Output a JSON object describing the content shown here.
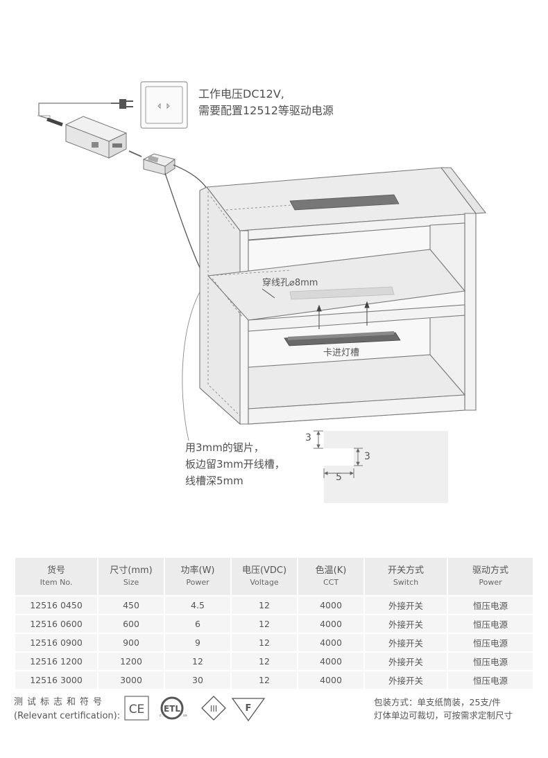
{
  "diagram": {
    "voltage_note": {
      "line1": "工作电压DC12V,",
      "line2": "需要配置12512等驱动电源"
    },
    "wire_hole_label": "穿线孔⌀8mm",
    "clip_in_label": "卡进灯槽",
    "saw_note": {
      "line1": "用3mm的锯片，",
      "line2": "板边留3mm开线槽，",
      "line3": "线槽深5mm"
    },
    "groove_dimensions": {
      "edge_margin": "3",
      "groove_width": "3",
      "groove_depth": "5"
    },
    "icons": [
      "wall-socket-icon",
      "plug-icon",
      "power-adapter-icon",
      "junction-box-icon",
      "cabinet-illustration",
      "led-light-bar-icon"
    ]
  },
  "spec_table": {
    "headers": [
      {
        "zh": "货号",
        "en": "Item No."
      },
      {
        "zh": "尺寸(mm)",
        "en": "Size"
      },
      {
        "zh": "功率(W)",
        "en": "Power"
      },
      {
        "zh": "电压(VDC)",
        "en": "Voltage"
      },
      {
        "zh": "色温(K)",
        "en": "CCT"
      },
      {
        "zh": "开关方式",
        "en": "Switch"
      },
      {
        "zh": "驱动方式",
        "en": "Power"
      }
    ],
    "rows": [
      [
        "12516 0450",
        "450",
        "4.5",
        "12",
        "4000",
        "外接开关",
        "恒压电源"
      ],
      [
        "12516 0600",
        "600",
        "6",
        "12",
        "4000",
        "外接开关",
        "恒压电源"
      ],
      [
        "12516 0900",
        "900",
        "9",
        "12",
        "4000",
        "外接开关",
        "恒压电源"
      ],
      [
        "12516 1200",
        "1200",
        "12",
        "12",
        "4000",
        "外接开关",
        "恒压电源"
      ],
      [
        "12516 3000",
        "3000",
        "30",
        "12",
        "4000",
        "外接开关",
        "恒压电源"
      ]
    ]
  },
  "certification": {
    "label_zh": "测试标志和符号",
    "label_en": "(Relevant certification):",
    "marks": [
      "CE",
      "ETL",
      "III",
      "F"
    ]
  },
  "packaging": {
    "line1": "包装方式：单支纸筒装，25支/件",
    "line2": "灯体单边可裁切，可按需求定制尺寸"
  }
}
